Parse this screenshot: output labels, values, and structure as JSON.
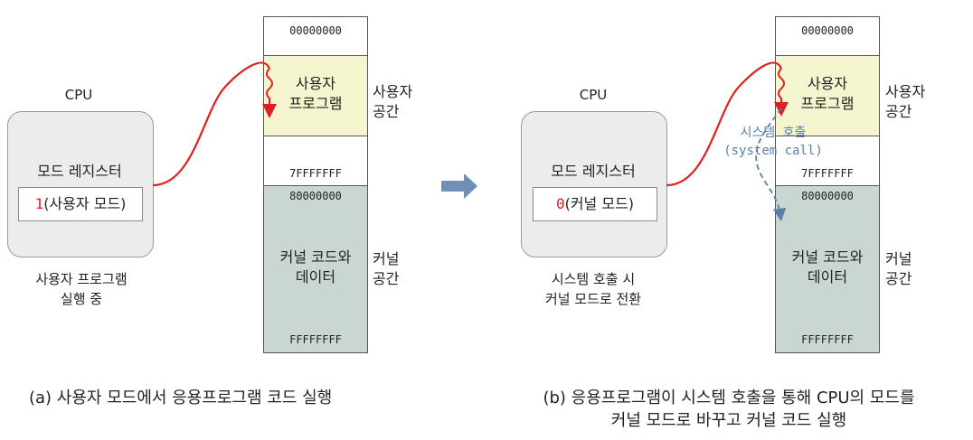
{
  "panel_a": {
    "cpu_label": "CPU",
    "register_label": "모드 레지스터",
    "register_digit": "1",
    "register_text": "(사용자 모드)",
    "caption_line1": "사용자 프로그램",
    "caption_line2": "실행 중",
    "addr_top": "00000000",
    "user_line1": "사용자",
    "user_line2": "프로그램",
    "addr_user_end": "7FFFFFFF",
    "addr_kernel_start": "80000000",
    "kernel_line1": "커널 코드와",
    "kernel_line2": "데이터",
    "addr_bottom": "FFFFFFFF",
    "side_user_line1": "사용자",
    "side_user_line2": "공간",
    "side_kernel_line1": "커널",
    "side_kernel_line2": "공간",
    "bottom_caption": "(a) 사용자 모드에서 응용프로그램 코드 실행"
  },
  "panel_b": {
    "cpu_label": "CPU",
    "register_label": "모드 레지스터",
    "register_digit": "0",
    "register_text": "(커널 모드)",
    "caption_line1": "시스템 호출 시",
    "caption_line2": "커널 모드로 전환",
    "addr_top": "00000000",
    "user_line1": "사용자",
    "user_line2": "프로그램",
    "addr_user_end": "7FFFFFFF",
    "addr_kernel_start": "80000000",
    "kernel_line1": "커널 코드와",
    "kernel_line2": "데이터",
    "addr_bottom": "FFFFFFFF",
    "side_user_line1": "사용자",
    "side_user_line2": "공간",
    "side_kernel_line1": "커널",
    "side_kernel_line2": "공간",
    "syscall_line1": "시스템 호출",
    "syscall_line2": "(system call)",
    "bottom_caption_line1": "(b) 응용프로그램이 시스템 호출을 통해 CPU의 모드를",
    "bottom_caption_line2": "커널 모드로 바꾸고 커널 코드 실행"
  },
  "colors": {
    "user_space": "#f5f5cf",
    "kernel_space": "#c9d6d2",
    "cpu_box": "#ececec",
    "flow_arrow": "#e02020",
    "syscall_arrow": "#5a7fa8",
    "transition_arrow": "#6f8fb5"
  },
  "icons": {
    "transition": "right-arrow-icon"
  }
}
